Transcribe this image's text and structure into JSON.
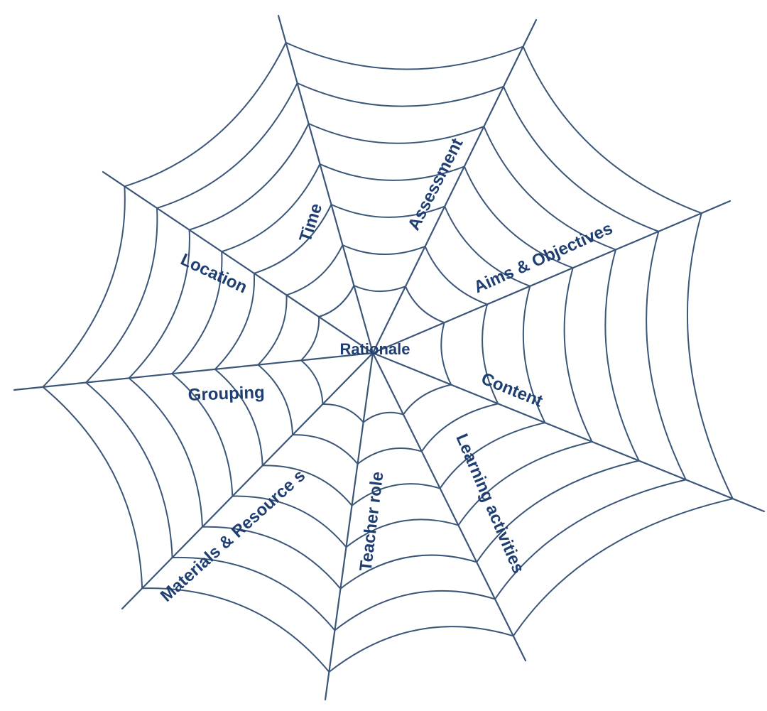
{
  "diagram": {
    "center_label": "Rationale",
    "labels": {
      "time": "Time",
      "assessment": "Assessment",
      "aims": "Aims & Objectives",
      "content": "Content",
      "learning": "Learning activities",
      "teacher": "Teacher role",
      "materials": "Materials & Resource s",
      "grouping": "Grouping",
      "location": "Location"
    },
    "colors": {
      "line": "#3b5678",
      "text": "#1f3f73"
    }
  }
}
